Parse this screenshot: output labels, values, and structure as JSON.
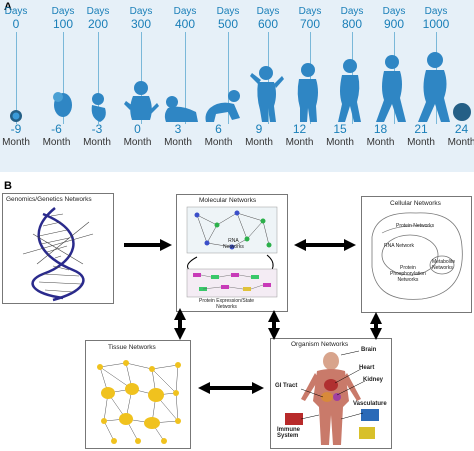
{
  "panel_a": {
    "letter": "A",
    "timeline": [
      {
        "days_word": "Days",
        "days": "0",
        "month": "-9",
        "month_word": "Month"
      },
      {
        "days_word": "Days",
        "days": "100",
        "month": "-6",
        "month_word": "Month"
      },
      {
        "days_word": "Days",
        "days": "200",
        "month": "-3",
        "month_word": "Month"
      },
      {
        "days_word": "Days",
        "days": "300",
        "month": "0",
        "month_word": "Month"
      },
      {
        "days_word": "Days",
        "days": "400",
        "month": "3",
        "month_word": "Month"
      },
      {
        "days_word": "Days",
        "days": "500",
        "month": "6",
        "month_word": "Month"
      },
      {
        "days_word": "Days",
        "days": "600",
        "month": "9",
        "month_word": "Month"
      },
      {
        "days_word": "Days",
        "days": "700",
        "month": "12",
        "month_word": "Month"
      },
      {
        "days_word": "Days",
        "days": "800",
        "month": "15",
        "month_word": "Month"
      },
      {
        "days_word": "Days",
        "days": "900",
        "month": "18",
        "month_word": "Month"
      },
      {
        "days_word": "Days",
        "days": "1000",
        "month": "21",
        "month_word": "Month"
      },
      {
        "days_word": "",
        "days": "",
        "month": "24",
        "month_word": "Month"
      }
    ],
    "colors": {
      "background": "#e6f0f8",
      "accent": "#1a7fb8",
      "silhouette": "#2f86c4"
    }
  },
  "panel_b": {
    "letter": "B",
    "genomics": {
      "title": "Genomics/Genetics Networks"
    },
    "molecular": {
      "title": "Molecular Networks",
      "rna": "RNA\nNetworks",
      "protein": "Protein Expression/State\nNetworks"
    },
    "cellular": {
      "title": "Cellular Networks",
      "protein": "Protein Networks",
      "rna": "RNA Network",
      "metabolite": "Metabolite\nNetworks",
      "phospho": "Protein\nPhosphorylation\nNetworks"
    },
    "tissue": {
      "title": "Tissue Networks"
    },
    "organism": {
      "title": "Organism Networks",
      "brain": "Brain",
      "heart": "Heart",
      "kidney": "Kidney",
      "gi": "GI Tract",
      "vasculature": "Vasculature",
      "immune": "Immune\nSystem"
    }
  }
}
